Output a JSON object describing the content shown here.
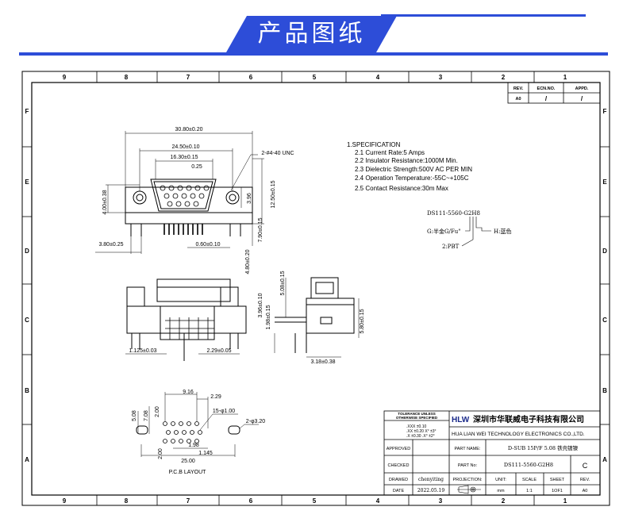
{
  "header": {
    "title": "产品图纸"
  },
  "grid": {
    "columns": [
      "9",
      "8",
      "7",
      "6",
      "5",
      "4",
      "3",
      "2",
      "1"
    ],
    "rows": [
      "F",
      "E",
      "D",
      "C",
      "B",
      "A"
    ]
  },
  "revision": {
    "rev": "REV.",
    "ecn": "ECN.NO.",
    "appd": "APPD.",
    "rev_val": "A0",
    "ecn_val": "/",
    "appd_val": "/"
  },
  "spec": {
    "title": "1.SPECIFICATION",
    "items": [
      "2.1  Current  Rate:5  Amps",
      "2.2  Insulator  Resistance:1000M   Min.",
      "2.3  Dielectric  Strength:500V  AC  PER  MIN",
      "2.4  Operation  Temperature:-55C~+105C",
      "2.5  Contact  Resistance:30m   Max"
    ]
  },
  "part_code": {
    "code": "DS111-5560-G2H8",
    "g_label": "G:半金G/Fu\"",
    "h_label": "H:蓝色",
    "two_label": "2:PBT"
  },
  "dims": {
    "d1": "30.80±0.20",
    "d2": "24.50±0.10",
    "d3": "16.30±0.15",
    "d4": "0.25",
    "d5": "2-#4-40 UNC",
    "d6": "4.00±0.38",
    "d7": "3.96",
    "d8": "12.50±0.15",
    "d9": "7.90±0.15",
    "d10": "3.80±0.25",
    "d11": "0.60±0.10",
    "d12": "4.80±0.20",
    "d13": "1.125±0.03",
    "d14": "2.29±0.05",
    "d15": "1.98±0.15",
    "d16": "3.96±0.10",
    "d17": "5.08±0.15",
    "d18": "5.80±0.15",
    "d19": "3.18±0.38",
    "pcb1": "9.16",
    "pcb2": "2.29",
    "pcb3": "15-φ1.00",
    "pcb4": "2-φ3.20",
    "pcb5": "5.08",
    "pcb6": "7.08",
    "pcb7": "2.00",
    "pcb8": "2.00",
    "pcb9": "1.98",
    "pcb10": "1.145",
    "pcb11": "25.00",
    "pcb_label": "P.C.B LAYOUT"
  },
  "title_block": {
    "tol_title1": "TOLERANCE UNLESS",
    "tol_title2": "OTHERWISE SPECIFIED",
    "tol1": ".XXX ±0.10",
    "tol2": ".XX ±0.20   X° ±3°",
    "tol3": ".X ±0.30   .X° ±2°",
    "company_logo": "HLW",
    "company_cn": "深圳市华联威电子科技有限公司",
    "company_en": "HUA LIAN WEI TECHNOLOGY ELECTRONICS CO.,LTD.",
    "approved": "APPROVED",
    "part_name_label": "PART NAME:",
    "part_name": "D-SUB 15P/F 5.08 铁壳镀镍",
    "checked": "CHECKED",
    "part_no_label": "PART No:",
    "part_no": "DS111-5560-G2H8",
    "rev_letter": "C",
    "drawed": "DRAWED",
    "drawer": "chenyiting",
    "projection": "PROJECTION:",
    "unit": "UNIT:",
    "scale": "SCALE",
    "sheet": "SHEET",
    "rev": "REV.",
    "date_label": "DATE",
    "date": "2022.05.19",
    "unit_val": "mm",
    "scale_val": "1:1",
    "sheet_val": "1OF1",
    "rev_val": "A0"
  }
}
